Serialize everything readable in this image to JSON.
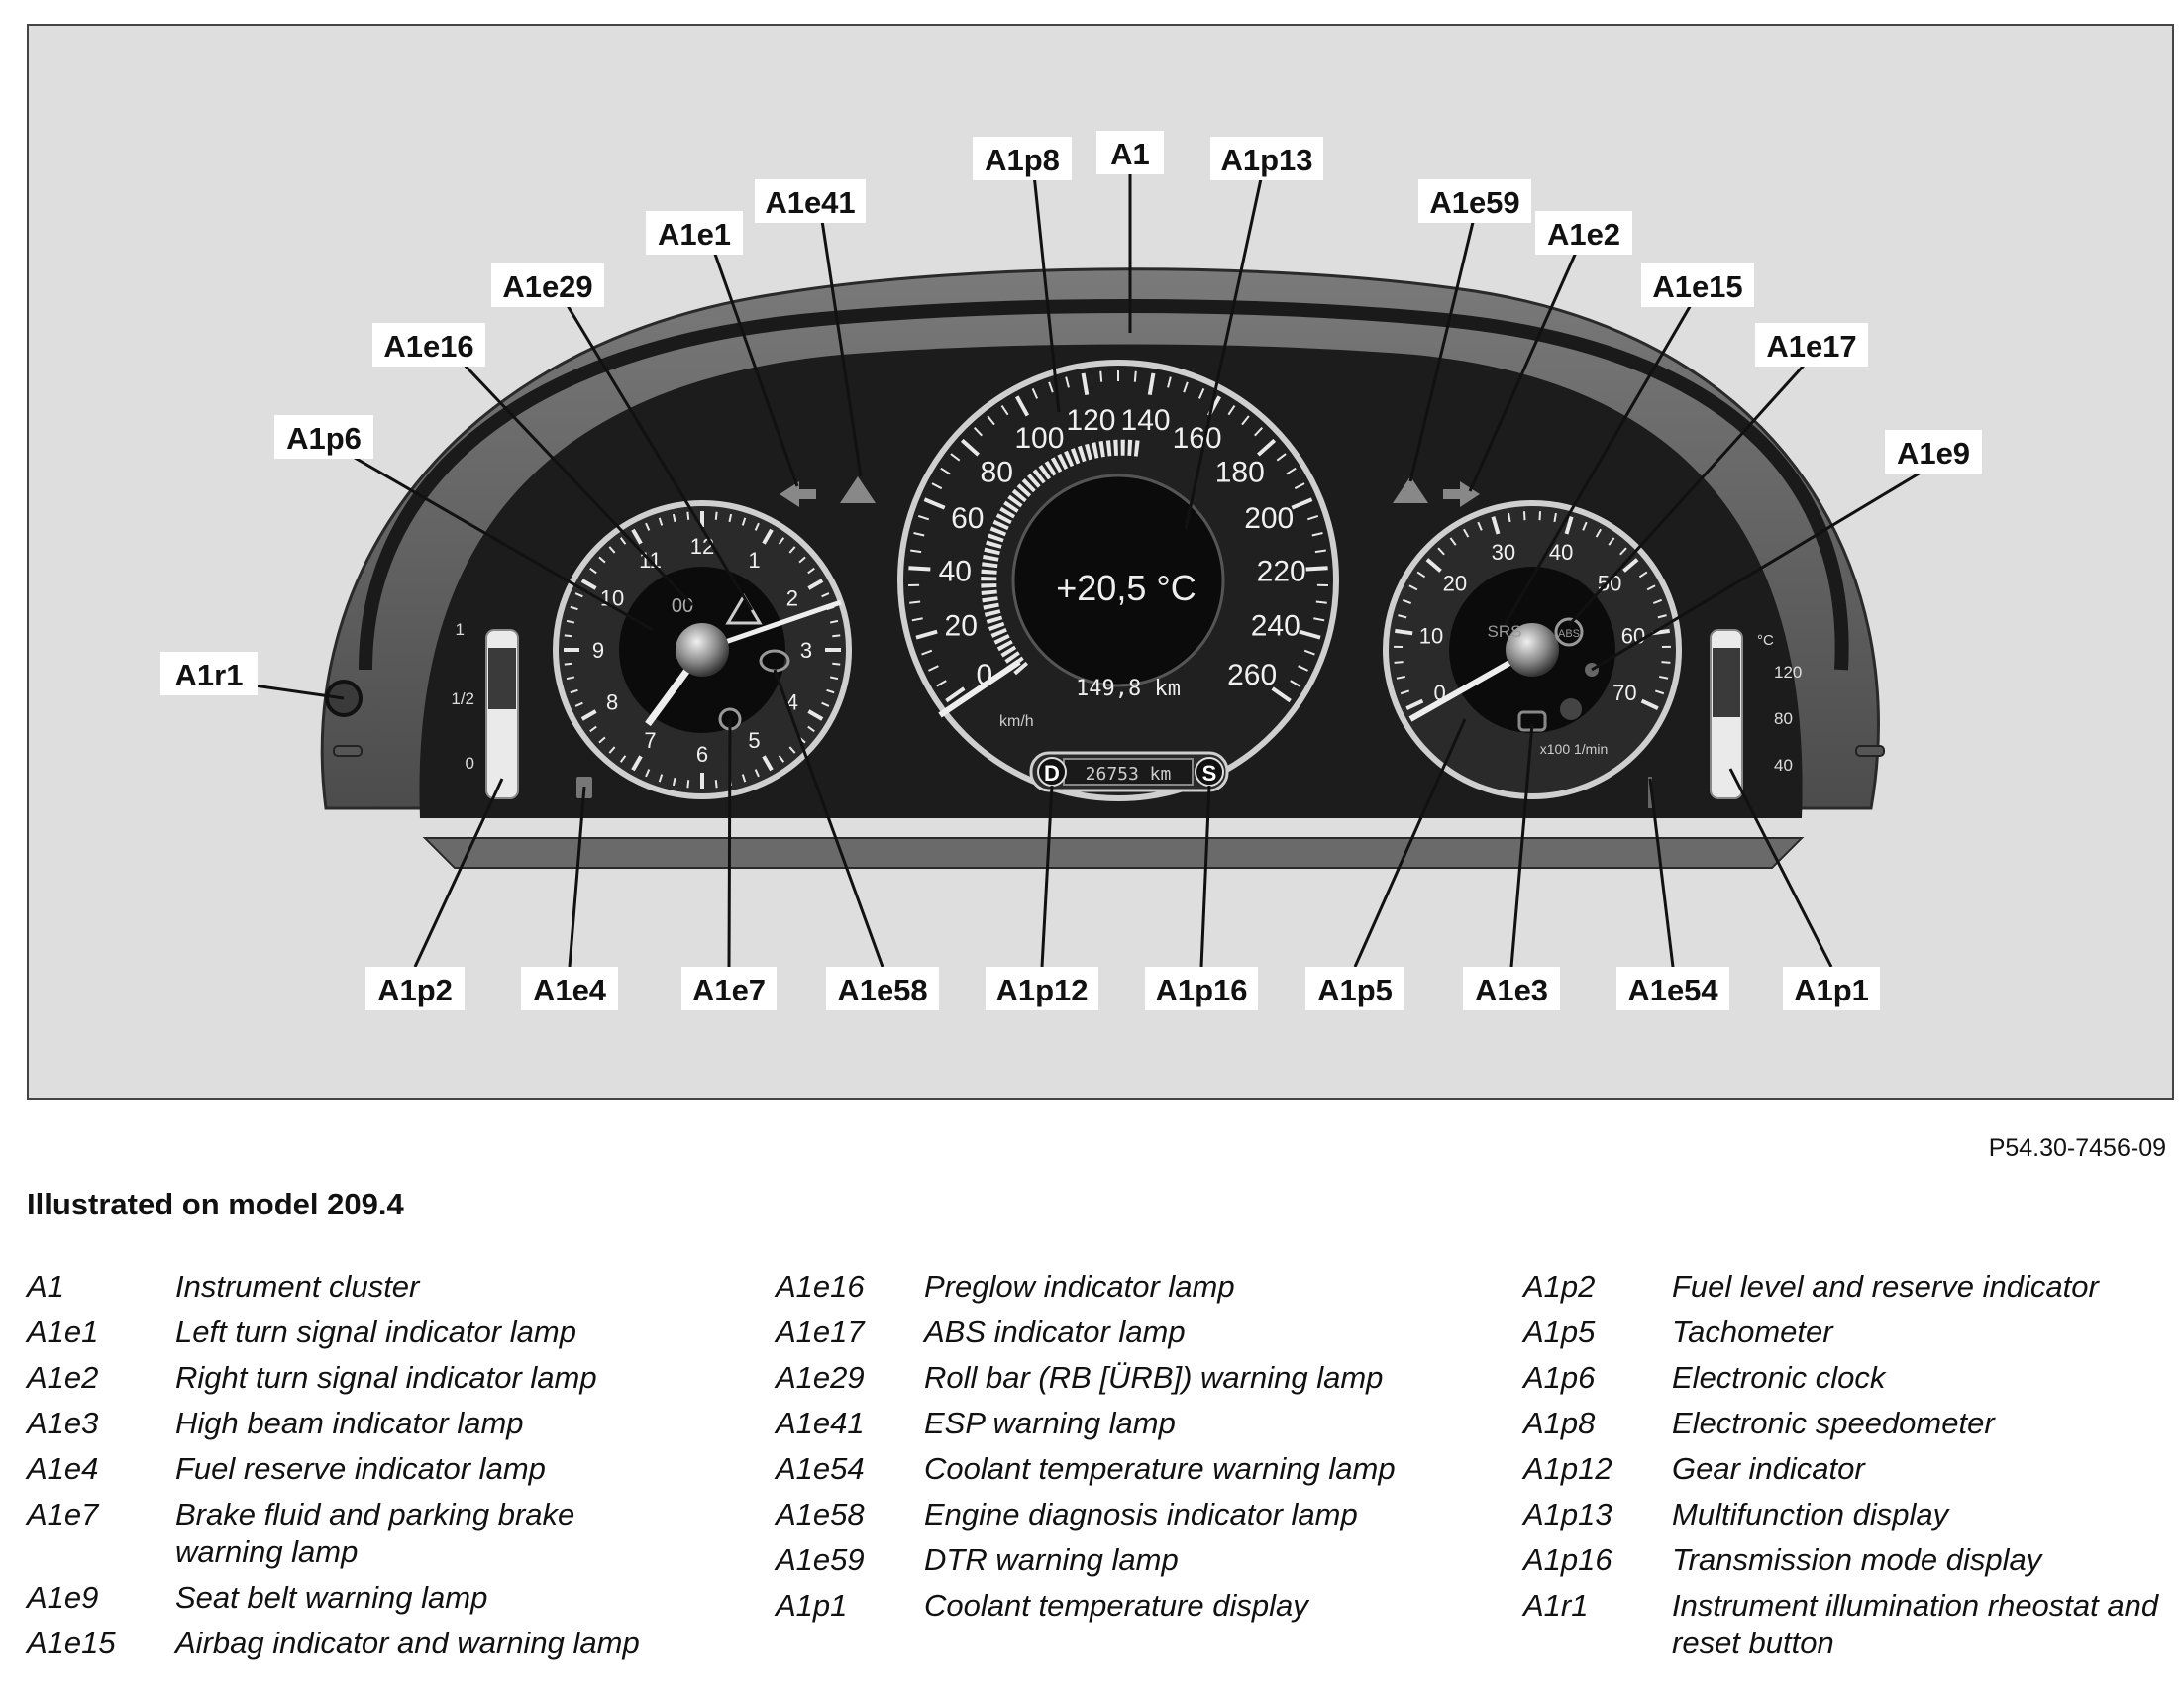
{
  "figure_id": "P54.30-7456-09",
  "caption": "Illustrated on model 209.4",
  "callouts": {
    "A1": "A1",
    "A1p8": "A1p8",
    "A1p13": "A1p13",
    "A1e41": "A1e41",
    "A1e1": "A1e1",
    "A1e29": "A1e29",
    "A1e16": "A1e16",
    "A1p6": "A1p6",
    "A1r1": "A1r1",
    "A1e59": "A1e59",
    "A1e2": "A1e2",
    "A1e15": "A1e15",
    "A1e17": "A1e17",
    "A1e9": "A1e9",
    "A1p2": "A1p2",
    "A1e4": "A1e4",
    "A1e7": "A1e7",
    "A1e58": "A1e58",
    "A1p12": "A1p12",
    "A1p16": "A1p16",
    "A1p5": "A1p5",
    "A1e3": "A1e3",
    "A1e54": "A1e54",
    "A1p1": "A1p1"
  },
  "cluster": {
    "speedometer_ticks": [
      "0",
      "20",
      "40",
      "60",
      "80",
      "100",
      "120",
      "140",
      "160",
      "180",
      "200",
      "220",
      "240",
      "260"
    ],
    "speed_unit": "km/h",
    "display_temperature": "+20,5 °C",
    "display_trip": "149,8 km",
    "odometer": "26753 km",
    "gear_letter": "D",
    "mode_letter": "S",
    "clock_numbers": [
      "12",
      "1",
      "2",
      "3",
      "4",
      "5",
      "6",
      "7",
      "8",
      "9",
      "10",
      "11"
    ],
    "tacho_numbers": [
      "0",
      "10",
      "20",
      "30",
      "40",
      "50",
      "60",
      "70"
    ],
    "tacho_unit": "x100 1/min",
    "fuel_marks": [
      "1",
      "1/2",
      "0"
    ],
    "coolant_unit": "°C",
    "coolant_marks": [
      "120",
      "80",
      "40"
    ],
    "airbag_text": "SRS",
    "abs_text": "ABS"
  },
  "legend": {
    "col1": [
      {
        "code": "A1",
        "desc": "Instrument cluster"
      },
      {
        "code": "A1e1",
        "desc": "Left turn signal indicator lamp"
      },
      {
        "code": "A1e2",
        "desc": "Right turn signal indicator lamp"
      },
      {
        "code": "A1e3",
        "desc": "High beam indicator lamp"
      },
      {
        "code": "A1e4",
        "desc": "Fuel reserve indicator lamp"
      },
      {
        "code": "A1e7",
        "desc": "Brake fluid and parking brake warning lamp"
      },
      {
        "code": "A1e9",
        "desc": "Seat belt warning lamp"
      },
      {
        "code": "A1e15",
        "desc": "Airbag indicator and warning lamp"
      }
    ],
    "col2": [
      {
        "code": "A1e16",
        "desc": "Preglow indicator lamp"
      },
      {
        "code": "A1e17",
        "desc": "ABS indicator lamp"
      },
      {
        "code": "A1e29",
        "desc": "Roll bar (RB [ÜRB]) warning lamp"
      },
      {
        "code": "A1e41",
        "desc": "ESP warning lamp"
      },
      {
        "code": "A1e54",
        "desc": "Coolant temperature warning lamp"
      },
      {
        "code": "A1e58",
        "desc": "Engine diagnosis indicator lamp"
      },
      {
        "code": "A1e59",
        "desc": "DTR warning lamp"
      },
      {
        "code": "A1p1",
        "desc": "Coolant temperature display"
      }
    ],
    "col3": [
      {
        "code": "A1p2",
        "desc": "Fuel level and reserve indicator"
      },
      {
        "code": "A1p5",
        "desc": "Tachometer"
      },
      {
        "code": "A1p6",
        "desc": "Electronic clock"
      },
      {
        "code": "A1p8",
        "desc": "Electronic speedometer"
      },
      {
        "code": "A1p12",
        "desc": "Gear indicator"
      },
      {
        "code": "A1p13",
        "desc": "Multifunction display"
      },
      {
        "code": "A1p16",
        "desc": "Transmission mode display"
      },
      {
        "code": "A1r1",
        "desc": "Instrument illumination rheostat and reset button"
      }
    ]
  }
}
